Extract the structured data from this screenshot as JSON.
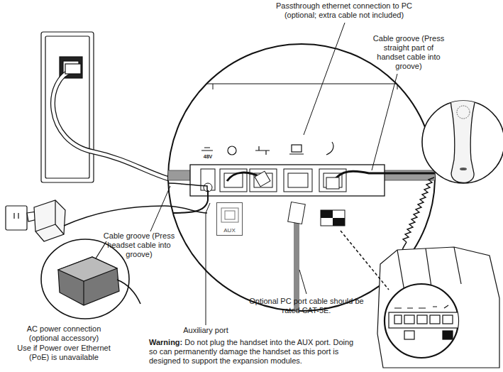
{
  "diagram": {
    "nodes": [
      {
        "text": [
          "AUX"
        ]
      }
    ],
    "labels": [
      "Passthrough ethernet connection to PC (optional; extra cable not included)",
      "Cable groove (Press straight part of handset cable into groove)",
      "48V",
      "Cable groove (Press headset cable into groove)",
      "Optional PC port cable should be rated CAT-5E.",
      "AC power connection (optional accessory)",
      "Use if Power over Ethernet (PoE) is unavailable",
      "Auxiliary port",
      "Warning:",
      "Do not plug the handset into the AUX port. Doing so can permanently damage the handset as this port is designed to support the expansion modules."
    ]
  }
}
